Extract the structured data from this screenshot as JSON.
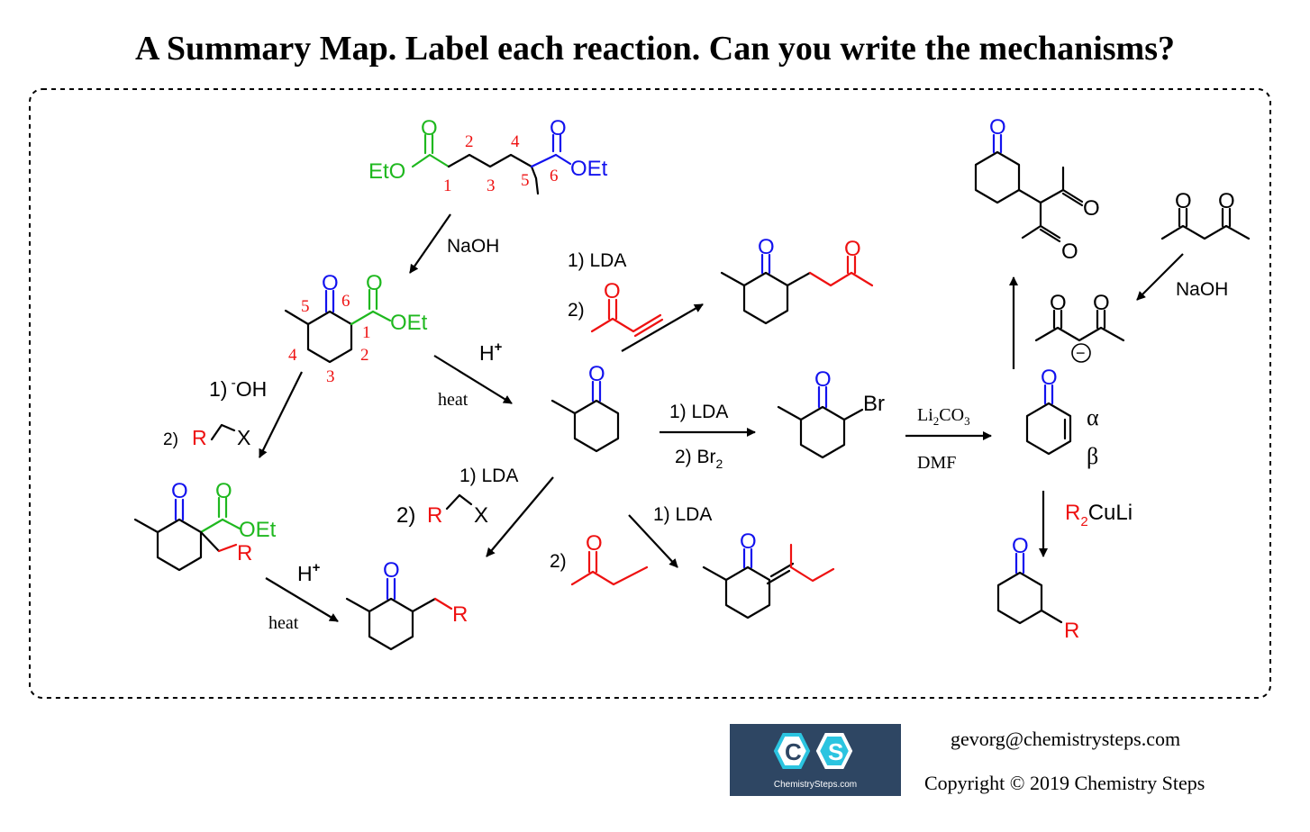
{
  "title": "A Summary Map. Label each reaction. Can you write the mechanisms?",
  "colors": {
    "ester_green": "#1fb81f",
    "carbonyl_blue": "#1212ee",
    "red": "#ee1111",
    "black": "#000000",
    "logo_bg": "#2e4663"
  },
  "diester": {
    "eto": "EtO",
    "oet": "OEt",
    "o": "O",
    "n1": "1",
    "n2": "2",
    "n3": "3",
    "n4": "4",
    "n5": "5",
    "n6": "6"
  },
  "betaketo": {
    "o_ketone": "O",
    "o_ester": "O",
    "oet": "OEt",
    "n1": "1",
    "n2": "2",
    "n3": "3",
    "n4": "4",
    "n5": "5",
    "n6": "6"
  },
  "alkylated_ketoester": {
    "o_ketone": "O",
    "o_ester": "O",
    "oet": "OEt",
    "r": "R"
  },
  "methylcyclohexanone": {
    "o": "O"
  },
  "bromoketone": {
    "o": "O",
    "br": "Br"
  },
  "enone": {
    "o": "O",
    "alpha": "α",
    "beta": "β"
  },
  "michael_product": {
    "o_ring": "O",
    "o_chain": "O"
  },
  "alkylketone": {
    "o": "O",
    "r": "R"
  },
  "aldol_product": {
    "o": "O"
  },
  "diketone_adduct": {
    "o_ring": "O",
    "o_a": "O",
    "o_b": "O"
  },
  "acetylacetone": {
    "o_a": "O",
    "o_b": "O"
  },
  "enolate": {
    "o_a": "O",
    "o_b": "O",
    "minus": "−"
  },
  "cuprate_product": {
    "o": "O",
    "r": "R"
  },
  "reagents": {
    "naoh_1": "NaOH",
    "h_plus_1": "H",
    "plus": "+",
    "heat_1": "heat",
    "oh_step1": "1)",
    "oh_minus": "-",
    "oh_text": "OH",
    "rx_step2": "2)",
    "rx_r": "R",
    "rx_x": "X",
    "h_plus_2": "H",
    "heat_2": "heat",
    "lda_top_1": "1) LDA",
    "lda_top_2": "2)",
    "mvk_o": "O",
    "lda_br_1": "1) LDA",
    "lda_br_2": "2) Br",
    "sub2": "2",
    "li2co3_li": "Li",
    "li2co3_co": "CO",
    "sub3": "3",
    "dmf": "DMF",
    "lda_rx_1": "1) LDA",
    "lda_rx_2": "2)",
    "lda_rx_r": "R",
    "lda_rx_x": "X",
    "lda_ald_1": "1) LDA",
    "lda_ald_2": "2)",
    "butanone_o": "O",
    "r2culi_r": "R",
    "r2culi_rest": "CuLi",
    "naoh_2": "NaOH"
  },
  "logo": {
    "c": "C",
    "s": "S",
    "text": "ChemistrySteps.com"
  },
  "footer": {
    "email": "gevorg@chemistrysteps.com",
    "copyright": "Copyright © 2019 Chemistry Steps"
  }
}
